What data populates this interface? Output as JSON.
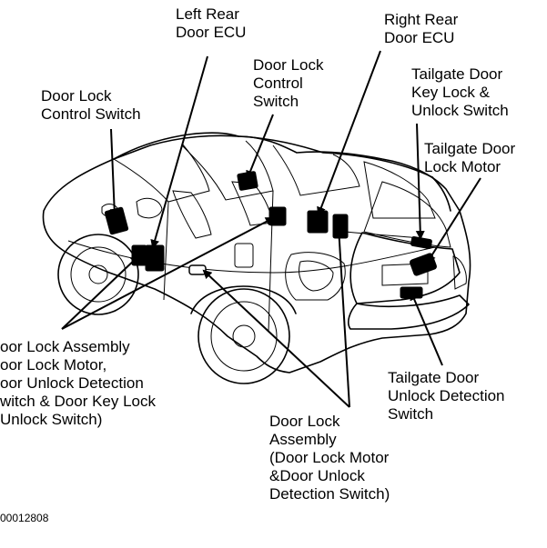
{
  "labels": {
    "left_rear_door_ecu": [
      "Left Rear",
      "Door ECU"
    ],
    "door_lock_control_switch_mid": [
      "Door Lock",
      "Control",
      "Switch"
    ],
    "right_rear_door_ecu": [
      "Right Rear",
      "Door ECU"
    ],
    "door_lock_control_switch_left": [
      "Door Lock",
      "Control Switch"
    ],
    "tailgate_key_lock_switch": [
      "Tailgate Door",
      "Key Lock &",
      "Unlock Switch"
    ],
    "tailgate_lock_motor": [
      "Tailgate Door",
      "Lock Motor"
    ],
    "front_door_lock_assembly": [
      "oor Lock Assembly",
      "oor Lock Motor,",
      "oor Unlock Detection",
      "witch & Door Key Lock",
      "Unlock Switch)"
    ],
    "tailgate_unlock_detection_switch": [
      "Tailgate Door",
      "Unlock Detection",
      "Switch"
    ],
    "rear_door_lock_assembly": [
      "Door Lock",
      "Assembly",
      "(Door Lock Motor",
      "&Door Unlock",
      "Detection Switch)"
    ]
  },
  "figure_code": "00012808",
  "colors": {
    "ink": "#000000",
    "paper": "#ffffff"
  }
}
